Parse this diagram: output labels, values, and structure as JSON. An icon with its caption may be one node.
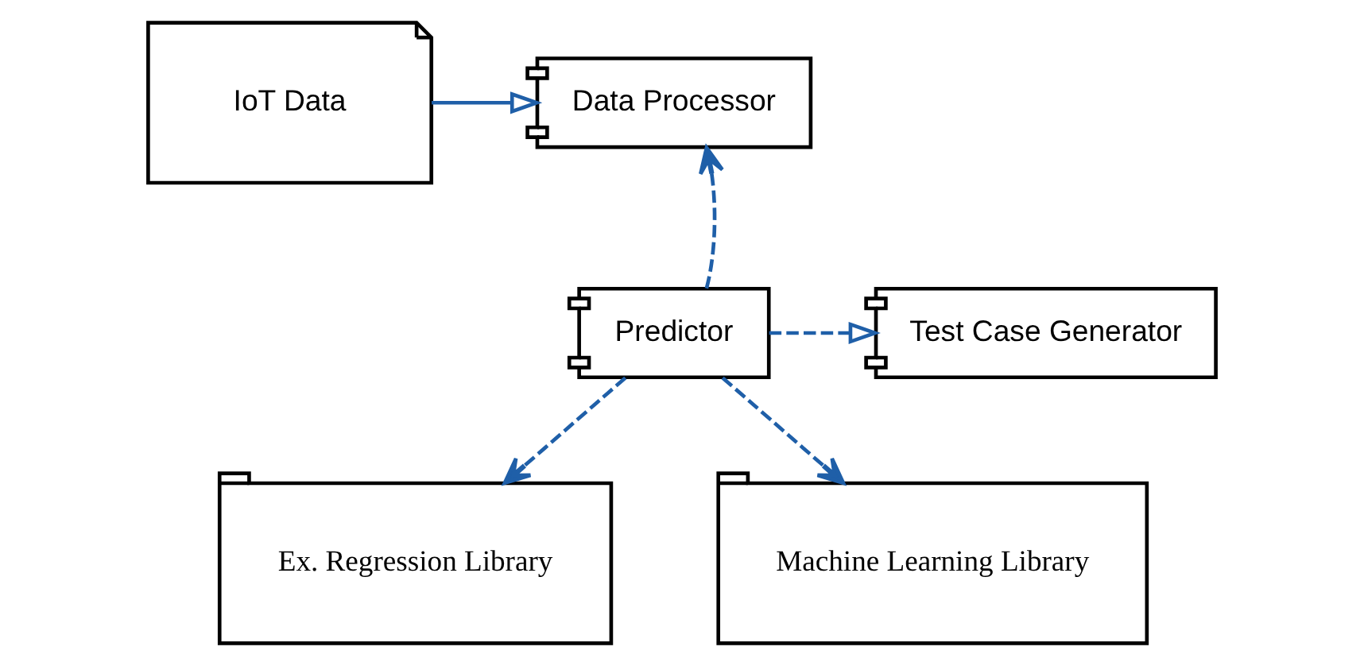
{
  "diagram": {
    "nodes": [
      {
        "text": [
          "IoT Data"
        ]
      },
      {
        "text": [
          "Data Processor"
        ]
      },
      {
        "text": [
          "Predictor"
        ]
      },
      {
        "text": [
          "Test Case Generator"
        ]
      },
      {
        "text": [
          "Ex. Regression Library"
        ]
      },
      {
        "text": [
          "Machine Learning Library"
        ]
      }
    ],
    "edges": [
      {
        "from": 0,
        "to": 1,
        "arrow": "to"
      },
      {
        "from": 2,
        "to": 1,
        "arrow": "to",
        "style": "dashed"
      },
      {
        "from": 2,
        "to": 3,
        "arrow": "to",
        "style": "dashed"
      },
      {
        "from": 2,
        "to": 4,
        "arrow": "to",
        "style": "dashed"
      },
      {
        "from": 2,
        "to": 5,
        "arrow": "to",
        "style": "dashed"
      }
    ]
  }
}
